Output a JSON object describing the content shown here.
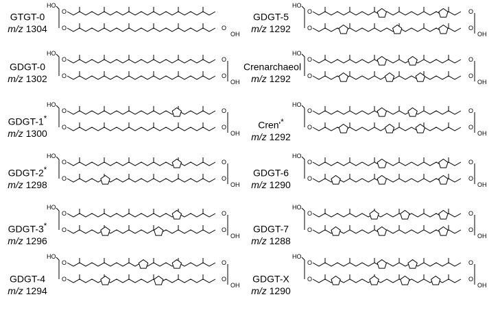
{
  "structures": [
    {
      "name": "GTGT-0",
      "mz_prefix": "m/z",
      "mz": "1304",
      "star": ""
    },
    {
      "name": "GDGT-0",
      "mz_prefix": "m/z",
      "mz": "1302",
      "star": ""
    },
    {
      "name": "GDGT-1",
      "mz_prefix": "m/z",
      "mz": "1300",
      "star": "*"
    },
    {
      "name": "GDGT-2",
      "mz_prefix": "m/z",
      "mz": "1298",
      "star": "*"
    },
    {
      "name": "GDGT-3",
      "mz_prefix": "m/z",
      "mz": "1296",
      "star": "*"
    },
    {
      "name": "GDGT-4",
      "mz_prefix": "m/z",
      "mz": "1294",
      "star": ""
    },
    {
      "name": "GDGT-5",
      "mz_prefix": "m/z",
      "mz": "1292",
      "star": ""
    },
    {
      "name": "Crenarchaeol",
      "mz_prefix": "m/z",
      "mz": "1292",
      "star": ""
    },
    {
      "name": "Cren'",
      "mz_prefix": "m/z",
      "mz": "1292",
      "star": "*"
    },
    {
      "name": "GDGT-6",
      "mz_prefix": "m/z",
      "mz": "1290",
      "star": ""
    },
    {
      "name": "GDGT-7",
      "mz_prefix": "m/z",
      "mz": "1288",
      "star": ""
    },
    {
      "name": "GDGT-X",
      "mz_prefix": "m/z",
      "mz": "1290",
      "star": ""
    }
  ],
  "atoms": {
    "hydroxyl_left": "HO",
    "oxygen": "O",
    "hydroxyl_right": "OH"
  }
}
